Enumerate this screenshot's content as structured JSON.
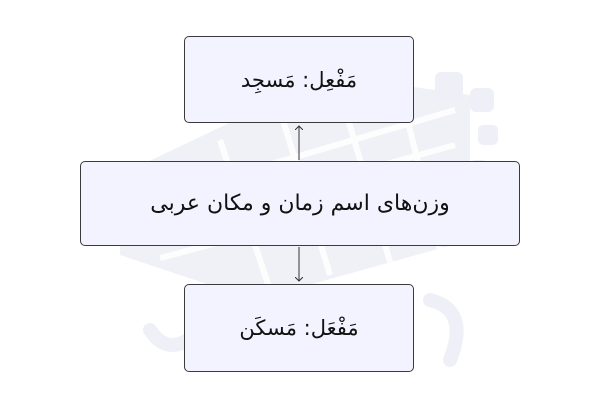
{
  "diagram": {
    "center": {
      "label": "وزن‌های اسم زمان و مکان عربی"
    },
    "top": {
      "label": "مَفْعِل: مَسجِد"
    },
    "bottom": {
      "label": "مَفْعَل: مَسکَن"
    },
    "edges": [
      {
        "from": "center",
        "to": "top"
      },
      {
        "from": "center",
        "to": "bottom"
      }
    ]
  },
  "colors": {
    "node_fill": "#f3f3ff",
    "node_border": "#3a3a3a",
    "text": "#111111",
    "connector": "#333333",
    "watermark": "#eeeef6"
  }
}
